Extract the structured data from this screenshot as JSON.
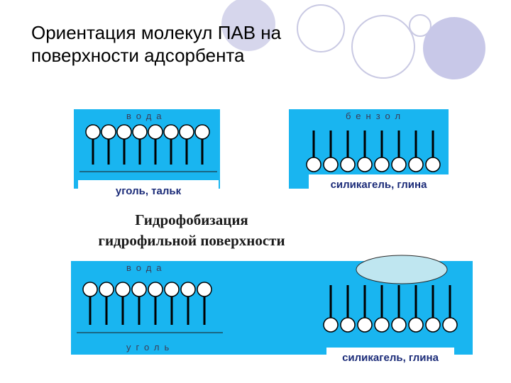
{
  "slide": {
    "title": "Ориентация молекул ПАВ на поверхности адсорбента",
    "subtitle_line1": "Гидрофобизация",
    "subtitle_line2": "гидрофильной поверхности"
  },
  "panels": {
    "top_left": {
      "medium": "вода",
      "surface": "уголь, тальк",
      "orientation": "heads-up",
      "molecules": 8
    },
    "top_right": {
      "medium": "бензол",
      "surface": "силикагель, глина",
      "orientation": "heads-down",
      "molecules": 8
    },
    "bottom_left": {
      "medium": "вода",
      "surface": "уголь",
      "orientation": "heads-up",
      "molecules": 8
    },
    "bottom_right": {
      "surface": "силикагель, глина",
      "orientation": "heads-down",
      "molecules": 8
    }
  },
  "colors": {
    "panel": "#19b5f0",
    "label_text": "#1b2b78",
    "molecule": "#000000",
    "deco_circle": "#c8c8e8",
    "droplet": "#bfe6f0"
  }
}
